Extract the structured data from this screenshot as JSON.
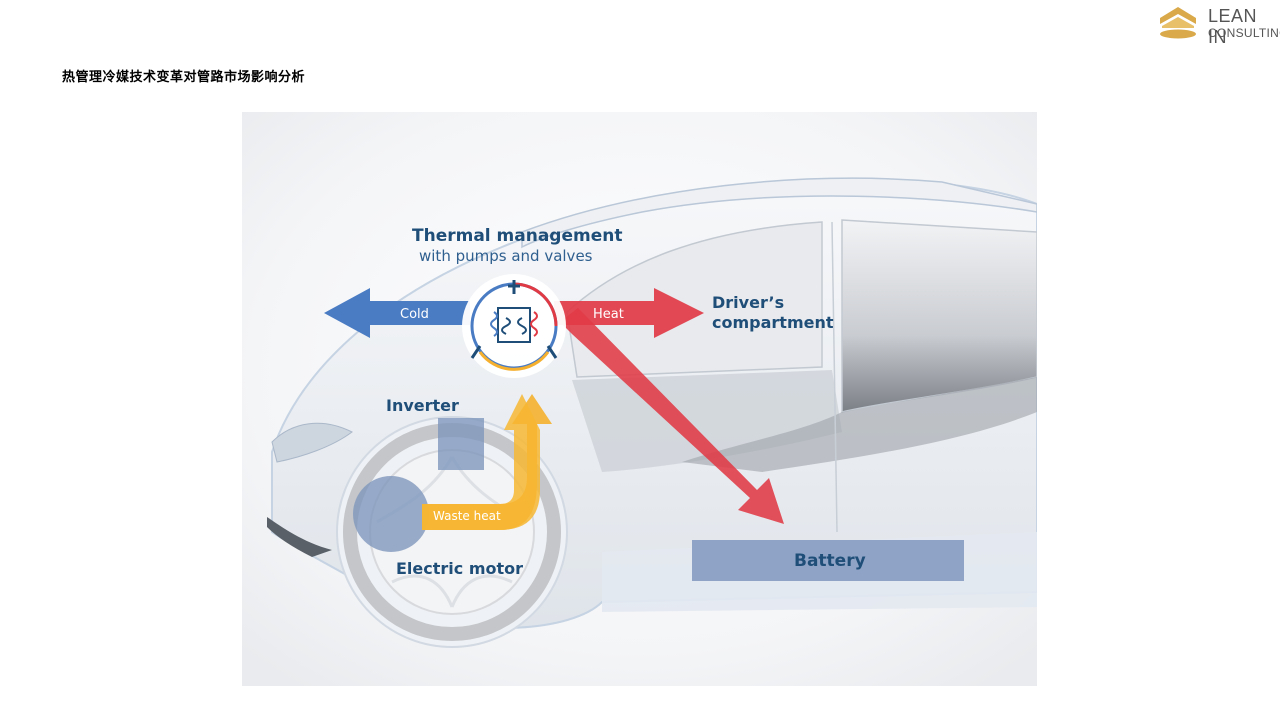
{
  "slide": {
    "title": "热管理冷媒技术变革对管路市场影响分析"
  },
  "logo": {
    "line1": "LEAN IN",
    "line2": "CONSULTING",
    "icon": "house-roof-icon",
    "color_gold": "#d9a94a"
  },
  "diagram": {
    "title_line1": "Thermal management",
    "title_line2": "with pumps and valves",
    "cold_label": "Cold",
    "heat_label": "Heat",
    "drivers_line1": "Driver’s",
    "drivers_line2": "compartment",
    "inverter_label": "Inverter",
    "waste_heat_label": "Waste heat",
    "motor_label": "Electric motor",
    "battery_label": "Battery",
    "colors": {
      "cold": "#4a7cc4",
      "heat": "#e03a45",
      "waste_heat": "#f5b02e",
      "text_blue": "#1f4e79",
      "box": "#7f97bd"
    }
  }
}
